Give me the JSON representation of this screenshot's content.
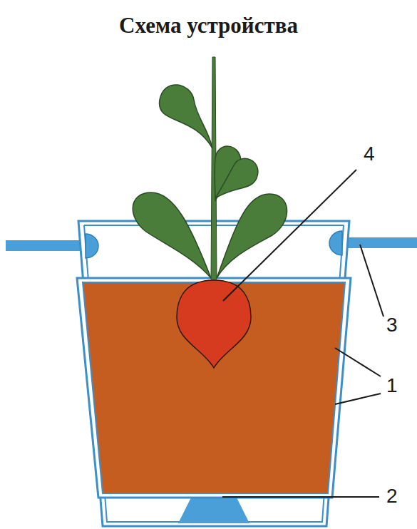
{
  "diagram": {
    "title": "Схема устройства",
    "labels": [
      "4",
      "3",
      "1",
      "2"
    ]
  }
}
